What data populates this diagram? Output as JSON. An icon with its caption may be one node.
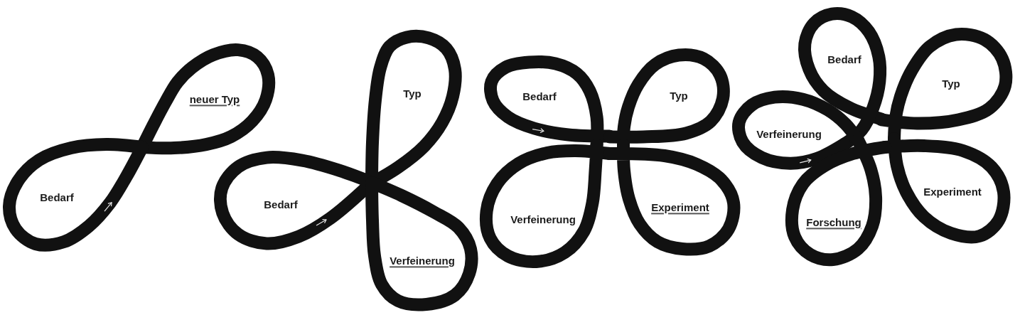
{
  "diagram": {
    "nodes": [
      {
        "text": [
          "neuer Typ"
        ]
      },
      {
        "text": [
          "Bedarf"
        ]
      },
      {
        "text": [
          "Typ"
        ]
      },
      {
        "text": [
          "Bedarf"
        ]
      },
      {
        "text": [
          "Verfeinerung"
        ]
      },
      {
        "text": [
          "Bedarf"
        ]
      },
      {
        "text": [
          "Typ"
        ]
      },
      {
        "text": [
          "Verfeinerung"
        ]
      },
      {
        "text": [
          "Experiment"
        ]
      },
      {
        "text": [
          "Bedarf"
        ]
      },
      {
        "text": [
          "Typ"
        ]
      },
      {
        "text": [
          "Verfeinerung"
        ]
      },
      {
        "text": [
          "Experiment"
        ]
      },
      {
        "text": [
          "Forschung"
        ]
      }
    ]
  }
}
